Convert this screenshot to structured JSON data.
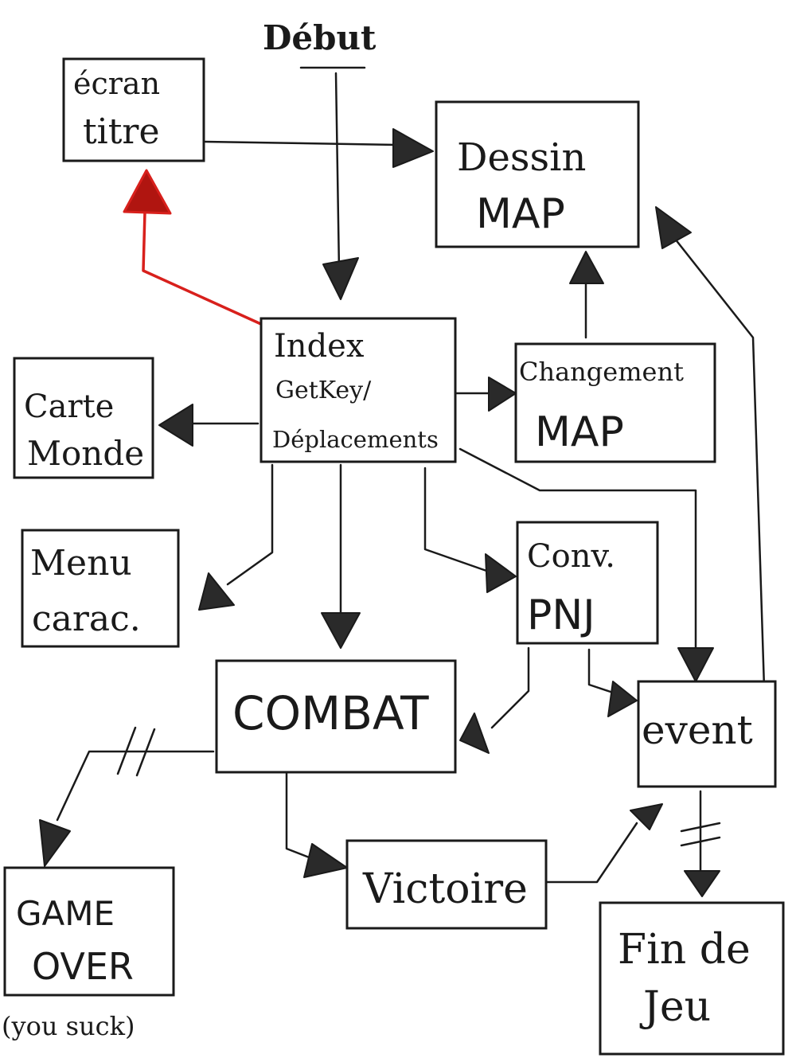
{
  "start_label": "Début",
  "nodes": {
    "ecran_titre": [
      "écran",
      "titre"
    ],
    "dessin_map": [
      "Dessin",
      "MAP"
    ],
    "index": [
      "Index",
      "GetKey/",
      "Déplacements"
    ],
    "changement_map": [
      "Changement",
      "MAP"
    ],
    "carte_monde": [
      "Carte",
      "Monde"
    ],
    "menu_carac": [
      "Menu",
      "carac."
    ],
    "conv_pnj": [
      "Conv.",
      "PNJ"
    ],
    "combat": [
      "COMBAT"
    ],
    "event": [
      "event"
    ],
    "victoire": [
      "Victoire"
    ],
    "game_over": [
      "GAME",
      "OVER"
    ],
    "fin_de_jeu": [
      "Fin de",
      "Jeu"
    ]
  },
  "game_over_note": "(you suck)",
  "edges": [
    {
      "from": "start",
      "to": "index"
    },
    {
      "from": "ecran_titre",
      "to": "dessin_map"
    },
    {
      "from": "index",
      "to": "ecran_titre",
      "color": "#d8201c"
    },
    {
      "from": "index",
      "to": "carte_monde"
    },
    {
      "from": "index",
      "to": "changement_map"
    },
    {
      "from": "changement_map",
      "to": "dessin_map"
    },
    {
      "from": "index",
      "to": "menu_carac"
    },
    {
      "from": "index",
      "to": "combat"
    },
    {
      "from": "index",
      "to": "conv_pnj"
    },
    {
      "from": "index",
      "to": "event"
    },
    {
      "from": "conv_pnj",
      "to": "combat"
    },
    {
      "from": "conv_pnj",
      "to": "event"
    },
    {
      "from": "event",
      "to": "dessin_map"
    },
    {
      "from": "combat",
      "to": "game_over",
      "broken": true
    },
    {
      "from": "combat",
      "to": "victoire"
    },
    {
      "from": "victoire",
      "to": "event"
    },
    {
      "from": "event",
      "to": "fin_de_jeu",
      "broken": true
    }
  ]
}
